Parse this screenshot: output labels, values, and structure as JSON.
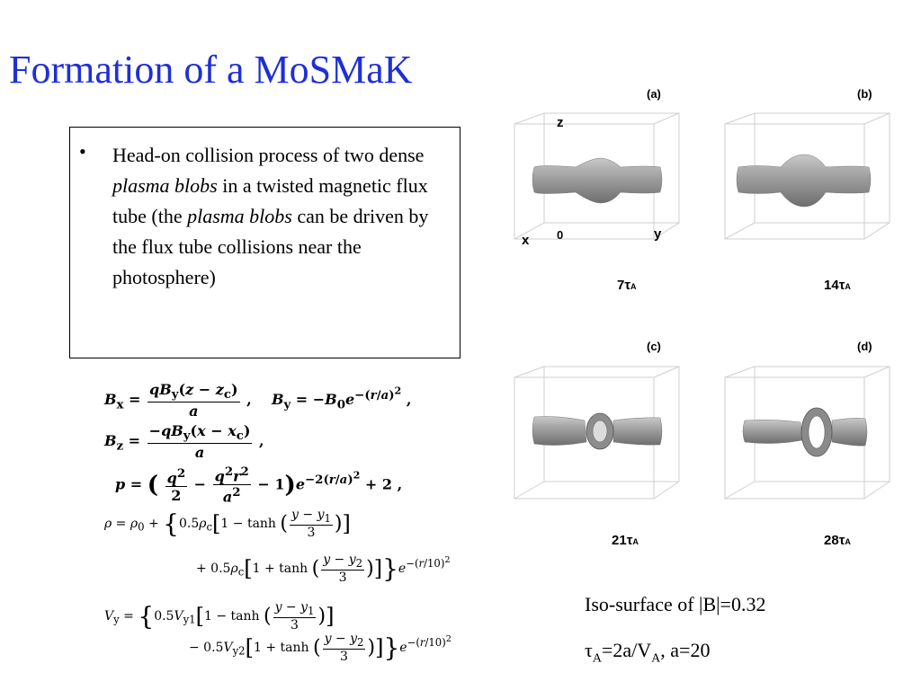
{
  "slide": {
    "title": "Formation of a MoSMaK",
    "bullet": {
      "marker": "•",
      "segments": [
        {
          "t": "Head-on collision process of two dense ",
          "i": false
        },
        {
          "t": "plasma blobs",
          "i": true
        },
        {
          "t": " in a twisted magnetic flux tube (the ",
          "i": false
        },
        {
          "t": "plasma blobs",
          "i": true
        },
        {
          "t": " can be driven by the flux tube collisions near the photosphere)",
          "i": false
        }
      ]
    },
    "panels": [
      {
        "id": "a",
        "label": "(a)",
        "time": "7",
        "tau": "τ",
        "tau_sub": "A",
        "shape": "blob"
      },
      {
        "id": "b",
        "label": "(b)",
        "time": "14",
        "tau": "τ",
        "tau_sub": "A",
        "shape": "blob"
      },
      {
        "id": "c",
        "label": "(c)",
        "time": "21",
        "tau": "τ",
        "tau_sub": "A",
        "shape": "ring-forming"
      },
      {
        "id": "d",
        "label": "(d)",
        "time": "28",
        "tau": "τ",
        "tau_sub": "A",
        "shape": "ring"
      }
    ],
    "axes": {
      "z": "z",
      "x": "x",
      "y": "y",
      "origin": "0"
    },
    "caption_line1": "Iso-surface of |B|=0.32",
    "caption_line2": {
      "tau": "τ",
      "sub1": "A",
      "mid": "=2a/V",
      "sub2": "A",
      "end": ", a=20"
    },
    "colors": {
      "title": "#1f2fd6",
      "surface": "#9a9a9a"
    }
  }
}
